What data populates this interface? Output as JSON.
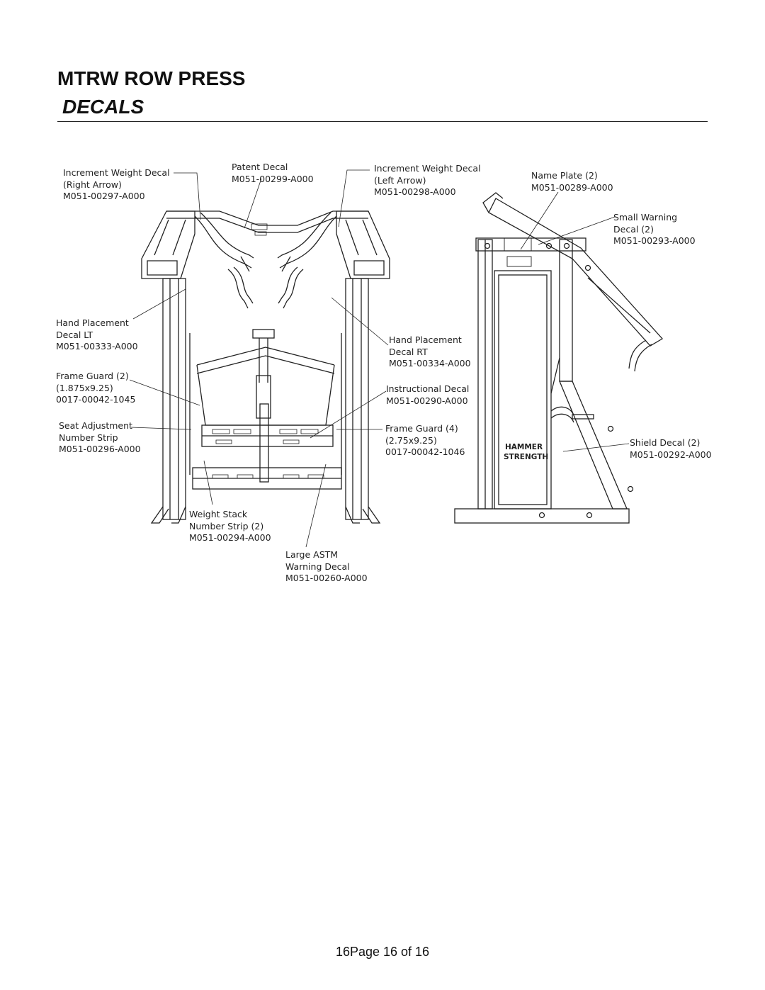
{
  "header": {
    "title": "MTRW ROW PRESS",
    "subtitle": "DECALS"
  },
  "labels": {
    "increment_right": [
      "Increment Weight Decal",
      "(Right Arrow)",
      "M051-00297-A000"
    ],
    "patent": [
      "Patent Decal",
      "M051-00299-A000"
    ],
    "increment_left": [
      "Increment Weight Decal",
      "(Left Arrow)",
      "M051-00298-A000"
    ],
    "name_plate": [
      "Name Plate (2)",
      "M051-00289-A000"
    ],
    "small_warning": [
      "Small Warning",
      "Decal (2)",
      "M051-00293-A000"
    ],
    "hand_lt": [
      "Hand Placement",
      "Decal LT",
      "M051-00333-A000"
    ],
    "hand_rt": [
      "Hand Placement",
      "Decal RT",
      "M051-00334-A000"
    ],
    "frame_guard_2": [
      "Frame Guard (2)",
      "(1.875x9.25)",
      "0017-00042-1045"
    ],
    "instructional": [
      "Instructional Decal",
      "M051-00290-A000"
    ],
    "seat_adjust": [
      "Seat Adjustment",
      "Number Strip",
      "M051-00296-A000"
    ],
    "frame_guard_4": [
      "Frame Guard  (4)",
      "(2.75x9.25)",
      "0017-00042-1046"
    ],
    "shield": [
      "Shield Decal (2)",
      "M051-00292-A000"
    ],
    "weight_stack": [
      "Weight Stack",
      "Number  Strip (2)",
      "M051-00294-A000"
    ],
    "astm": [
      "Large ASTM",
      "Warning Decal",
      "M051-00260-A000"
    ]
  },
  "decal_text": {
    "hammer": "HAMMER",
    "strength": "STRENGTH"
  },
  "footer": {
    "page_label": "16Page 16 of 16"
  }
}
